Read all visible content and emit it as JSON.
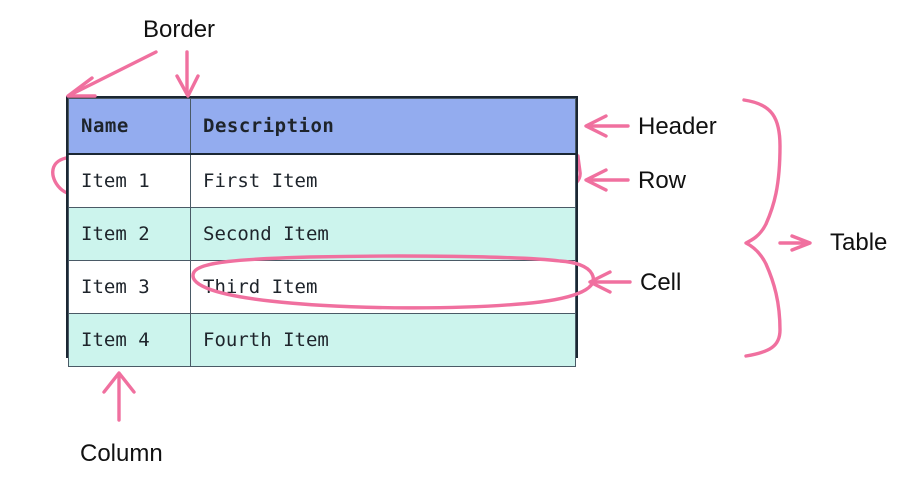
{
  "diagram": {
    "title_hidden": "Anatomy of an HTML table",
    "ink_color": "#F0709F",
    "header_bg": "#93ACEF",
    "row_alt_bg": "#CCF4ED",
    "row_bg": "#FFFFFF",
    "border_color": "#1B2733"
  },
  "table": {
    "columns": [
      "Name",
      "Description"
    ],
    "rows": [
      {
        "name": "Item 1",
        "description": "First Item"
      },
      {
        "name": "Item 2",
        "description": "Second Item"
      },
      {
        "name": "Item 3",
        "description": "Third Item"
      },
      {
        "name": "Item 4",
        "description": "Fourth Item"
      }
    ]
  },
  "annotations": {
    "border": "Border",
    "header": "Header",
    "row": "Row",
    "cell": "Cell",
    "table": "Table",
    "column": "Column"
  }
}
